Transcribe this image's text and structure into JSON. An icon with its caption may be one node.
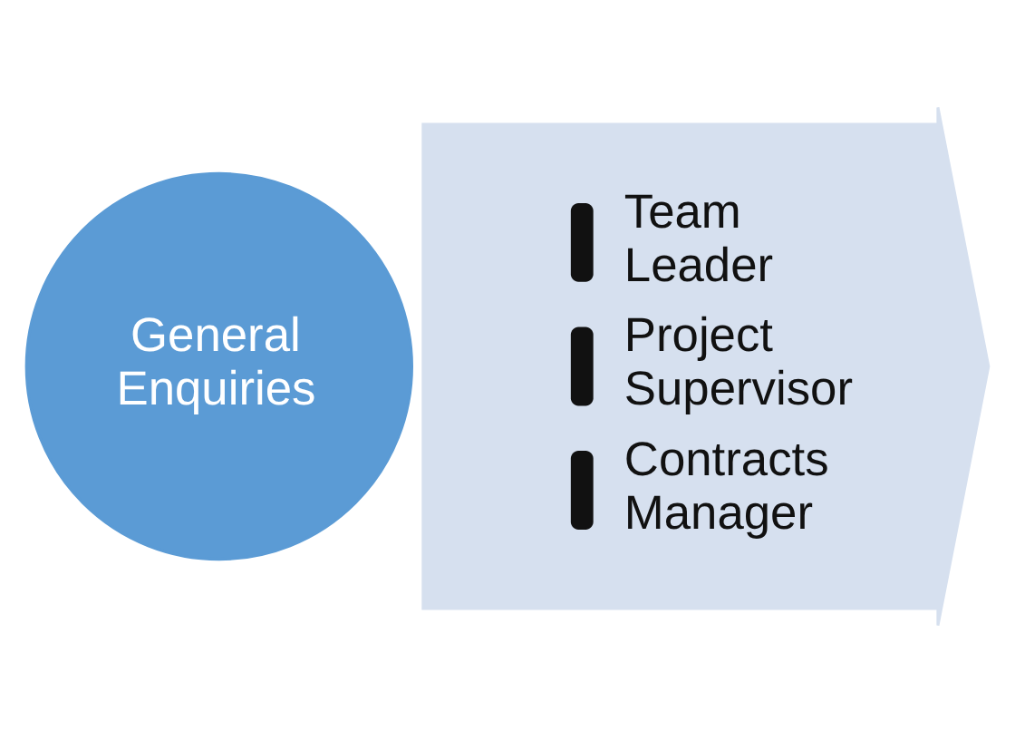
{
  "diagram": {
    "nodes": [
      {
        "text": [
          "General Enquiries"
        ]
      },
      {
        "text": [
          "Team Leader",
          "Project Supervisor",
          "Contracts Manager"
        ]
      }
    ],
    "edges": []
  }
}
